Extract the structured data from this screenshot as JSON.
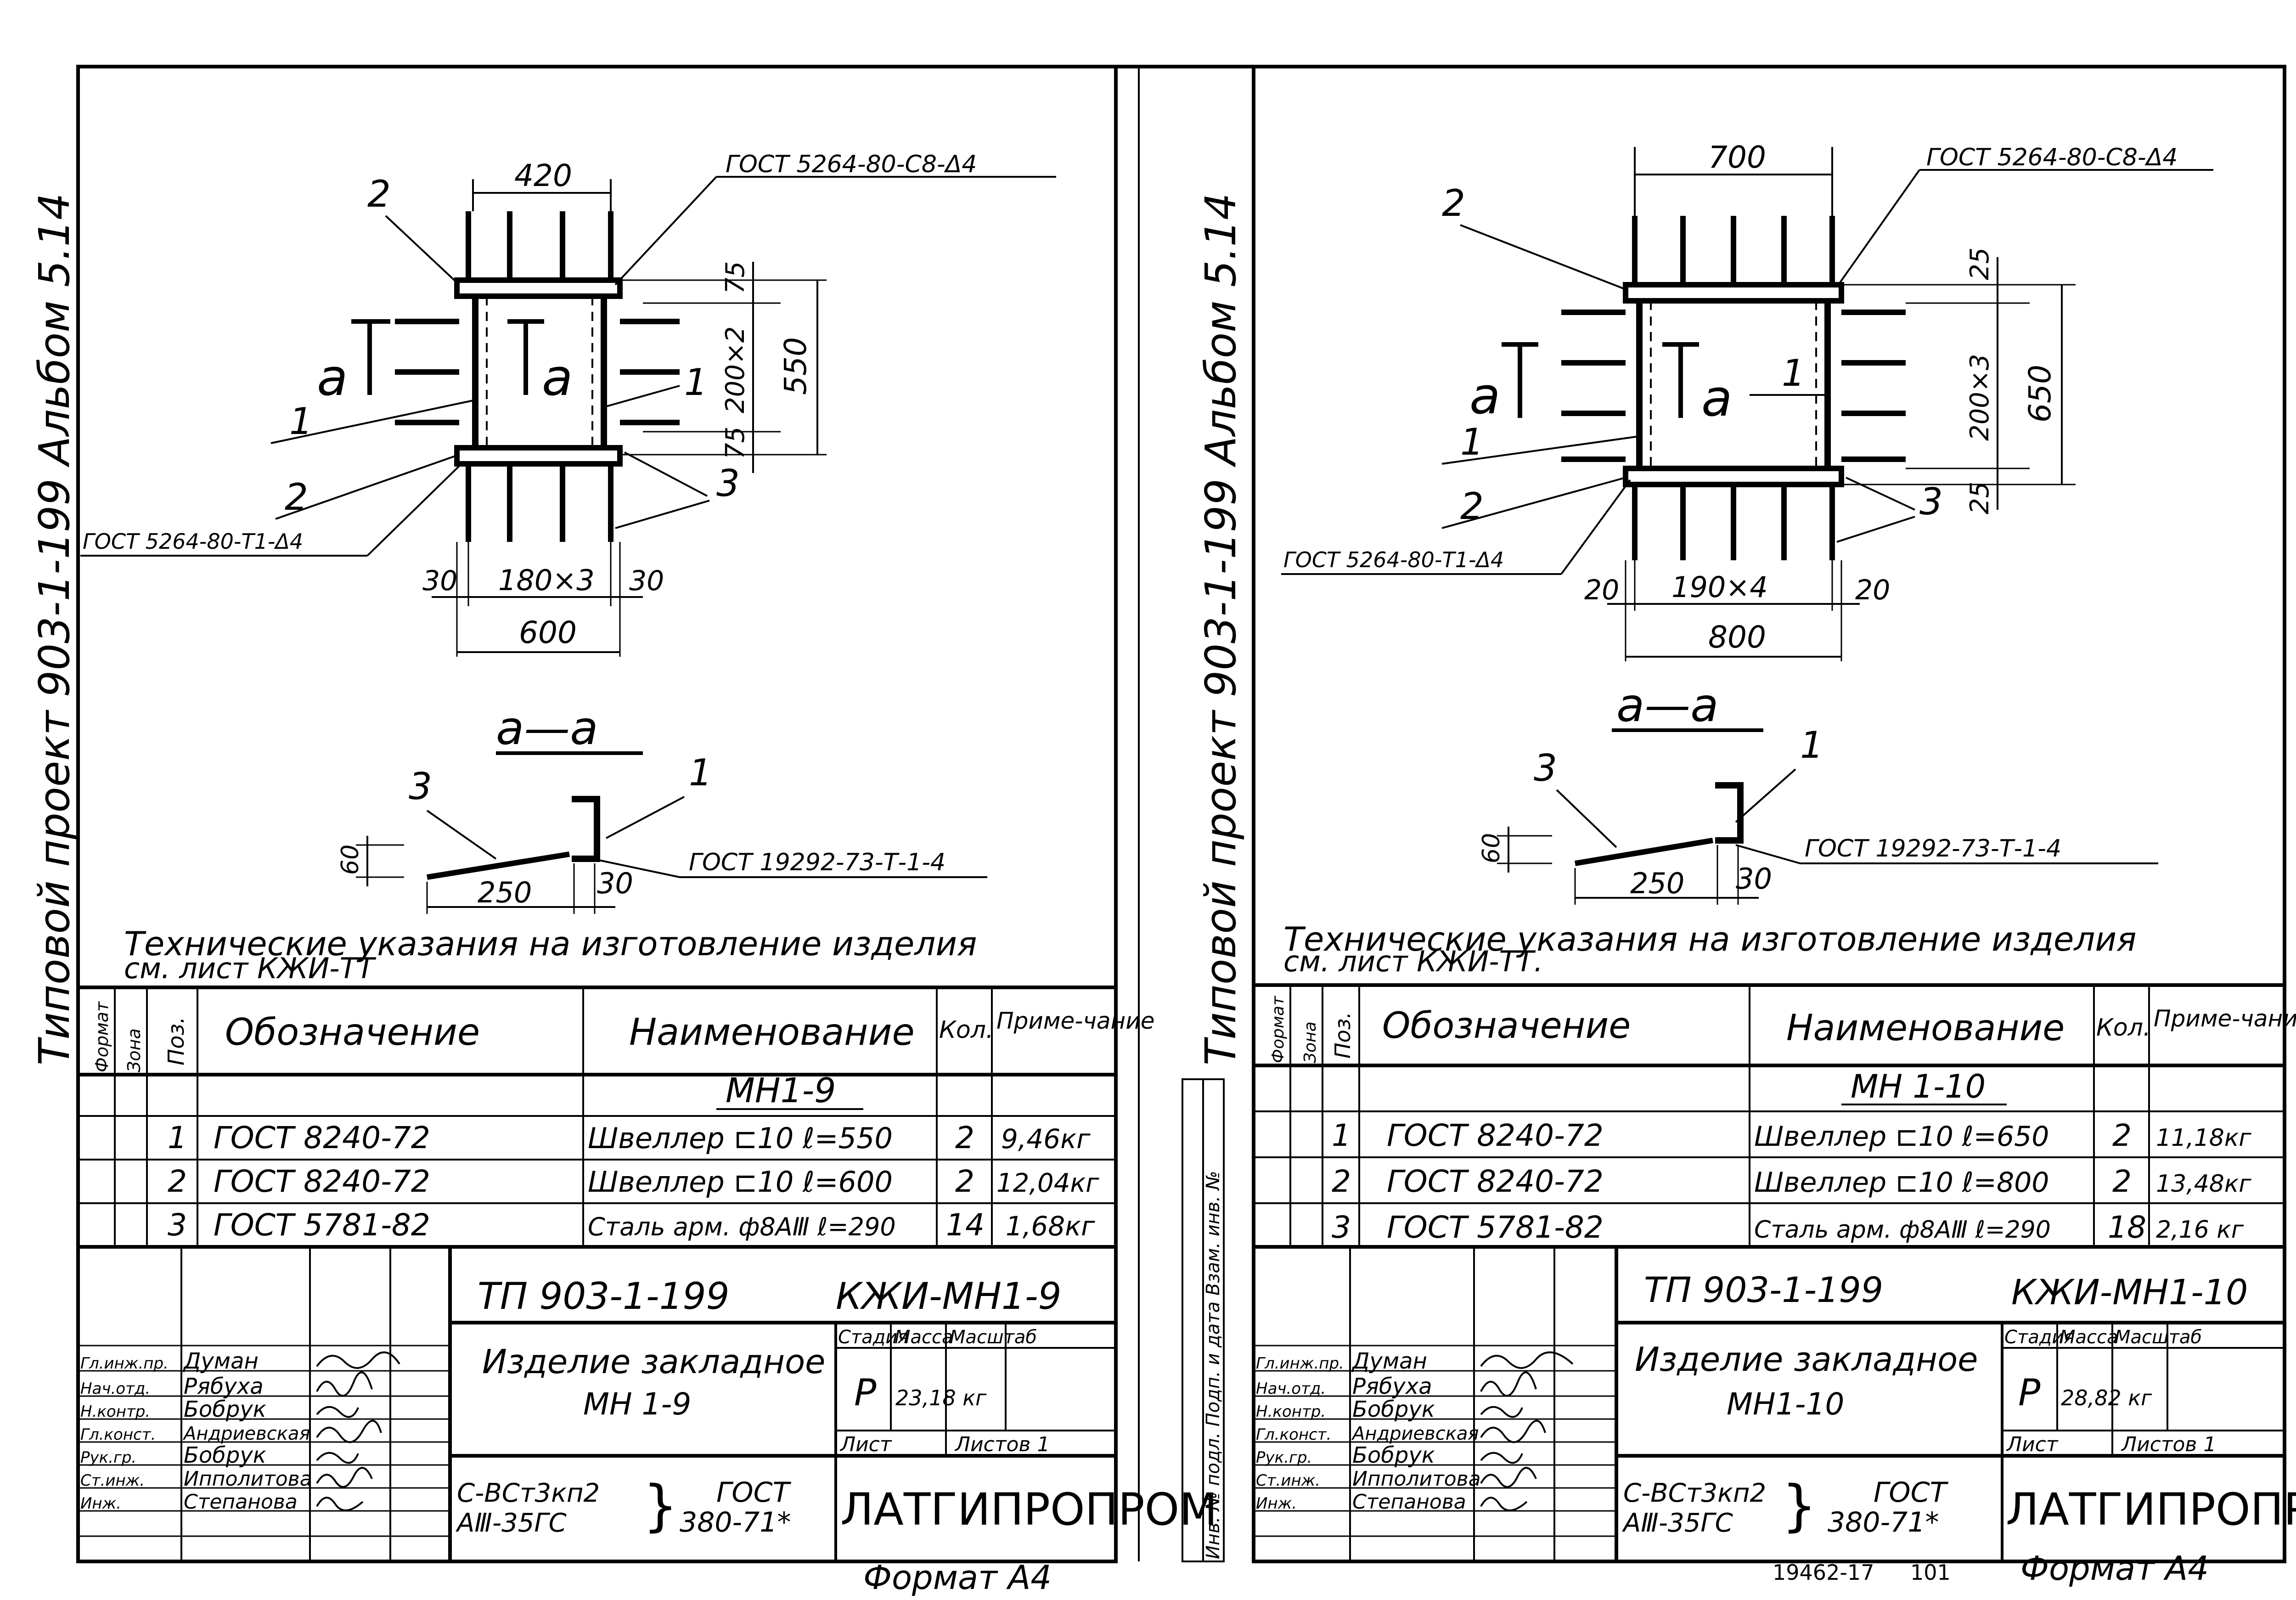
{
  "side_title": "Типовой проект 903-1-199 Альбом 5.14",
  "side_stamp": "Инв. № подл. Подп. и дата Взам. инв. №",
  "sheets": [
    {
      "plan": {
        "top_dim": "420",
        "weld_top": "ГОСТ 5264-80-С8-Δ4",
        "weld_bottom": "ГОСТ 5264-80-Т1-Δ4",
        "pos2_top": "2",
        "pos2_bottom": "2",
        "pos1_left": "1",
        "pos1_right": "1",
        "pos3": "3",
        "section_left": "а",
        "section_right": "а",
        "dim_top_gap": "75",
        "dim_mid": "200×2",
        "dim_bot_gap": "75",
        "dim_total_h": "550",
        "dim_edge_left": "30",
        "dim_bottom_mid": "180×3",
        "dim_edge_right": "30",
        "dim_total_w": "600"
      },
      "section": {
        "title": "а—а",
        "pos3": "3",
        "pos1": "1",
        "dim_h": "60",
        "dim_len": "250",
        "dim_gap": "30",
        "weld": "ГОСТ 19292-73-Т-1-4"
      },
      "note_line1": "Технические указания на изготовление изделия",
      "note_line2": "см. лист КЖИ-ТТ",
      "spec": {
        "headers": {
          "format": "Формат",
          "zone": "Зона",
          "pos": "Поз.",
          "designation": "Обозначение",
          "name": "Наименование",
          "qty": "Кол.",
          "note": "Приме-чание"
        },
        "group": "МН1-9",
        "rows": [
          {
            "pos": "1",
            "designation": "ГОСТ 8240-72",
            "name": "Швеллер ⊏10 ℓ=550",
            "qty": "2",
            "note": "9,46кг"
          },
          {
            "pos": "2",
            "designation": "ГОСТ 8240-72",
            "name": "Швеллер ⊏10 ℓ=600",
            "qty": "2",
            "note": "12,04кг"
          },
          {
            "pos": "3",
            "designation": "ГОСТ 5781-82",
            "name": "Сталь арм. ф8АⅢ ℓ=290",
            "qty": "14",
            "note": "1,68кг"
          }
        ]
      },
      "title_block": {
        "project": "ТП 903-1-199",
        "code": "КЖИ-МН1-9",
        "item_name_line1": "Изделие закладное",
        "item_name_line2": "МН 1-9",
        "stage_label": "Стадия",
        "mass_label": "Масса",
        "scale_label": "Масштаб",
        "stage": "Р",
        "mass": "23,18 кг",
        "sheet_label": "Лист",
        "sheets_label": "Листов 1",
        "org": "ЛАТГИПРОПРОМ",
        "material_line1": "С-ВСт3кп2",
        "material_line2": "АⅢ-35ГС",
        "material_std_line1": "ГОСТ",
        "material_std_line2": "380-71*",
        "people": [
          {
            "role": "Гл.инж.пр.",
            "name": "Думан"
          },
          {
            "role": "Нач.отд.",
            "name": "Рябуха"
          },
          {
            "role": "Н.контр.",
            "name": "Бобрук"
          },
          {
            "role": "Гл.конст.",
            "name": "Андриевская"
          },
          {
            "role": "Рук.гр.",
            "name": "Бобрук"
          },
          {
            "role": "Ст.инж.",
            "name": "Ипполитова"
          },
          {
            "role": "Инж.",
            "name": "Степанова"
          }
        ]
      },
      "format_label": "Формат А4"
    },
    {
      "plan": {
        "top_dim": "700",
        "weld_top": "ГОСТ 5264-80-С8-Δ4",
        "weld_bottom": "ГОСТ 5264-80-Т1-Δ4",
        "pos2_top": "2",
        "pos2_bottom": "2",
        "pos1_left": "1",
        "pos1_right": "1",
        "pos3": "3",
        "section_left": "а",
        "section_right": "а",
        "dim_top_gap": "25",
        "dim_mid": "200×3",
        "dim_bot_gap": "25",
        "dim_total_h": "650",
        "dim_edge_left": "20",
        "dim_bottom_mid": "190×4",
        "dim_edge_right": "20",
        "dim_total_w": "800"
      },
      "section": {
        "title": "а—а",
        "pos3": "3",
        "pos1": "1",
        "dim_h": "60",
        "dim_len": "250",
        "dim_gap": "30",
        "weld": "ГОСТ 19292-73-Т-1-4"
      },
      "note_line1": "Технические указания на изготовление изделия",
      "note_line2": "см. лист КЖИ-ТТ.",
      "spec": {
        "headers": {
          "format": "Формат",
          "zone": "Зона",
          "pos": "Поз.",
          "designation": "Обозначение",
          "name": "Наименование",
          "qty": "Кол.",
          "note": "Приме-чание"
        },
        "group": "МН 1-10",
        "rows": [
          {
            "pos": "1",
            "designation": "ГОСТ 8240-72",
            "name": "Швеллер ⊏10 ℓ=650",
            "qty": "2",
            "note": "11,18кг"
          },
          {
            "pos": "2",
            "designation": "ГОСТ 8240-72",
            "name": "Швеллер ⊏10 ℓ=800",
            "qty": "2",
            "note": "13,48кг"
          },
          {
            "pos": "3",
            "designation": "ГОСТ 5781-82",
            "name": "Сталь арм. ф8АⅢ ℓ=290",
            "qty": "18",
            "note": "2,16 кг"
          }
        ]
      },
      "title_block": {
        "project": "ТП 903-1-199",
        "code": "КЖИ-МН1-10",
        "item_name_line1": "Изделие закладное",
        "item_name_line2": "МН1-10",
        "stage_label": "Стадия",
        "mass_label": "Масса",
        "scale_label": "Масштаб",
        "stage": "Р",
        "mass": "28,82 кг",
        "sheet_label": "Лист",
        "sheets_label": "Листов 1",
        "org": "ЛАТГИПРОПРОМ",
        "material_line1": "С-ВСт3кп2",
        "material_line2": "АⅢ-35ГС",
        "material_std_line1": "ГОСТ",
        "material_std_line2": "380-71*",
        "people": [
          {
            "role": "Гл.инж.пр.",
            "name": "Думан"
          },
          {
            "role": "Нач.отд.",
            "name": "Рябуха"
          },
          {
            "role": "Н.контр.",
            "name": "Бобрук"
          },
          {
            "role": "Гл.конст.",
            "name": "Андриевская"
          },
          {
            "role": "Рук.гр.",
            "name": "Бобрук"
          },
          {
            "role": "Ст.инж.",
            "name": "Ипполитова"
          },
          {
            "role": "Инж.",
            "name": "Степанова"
          }
        ]
      },
      "format_label": "Формат А4"
    }
  ],
  "archive_number": "19462-17",
  "page_number": "101"
}
